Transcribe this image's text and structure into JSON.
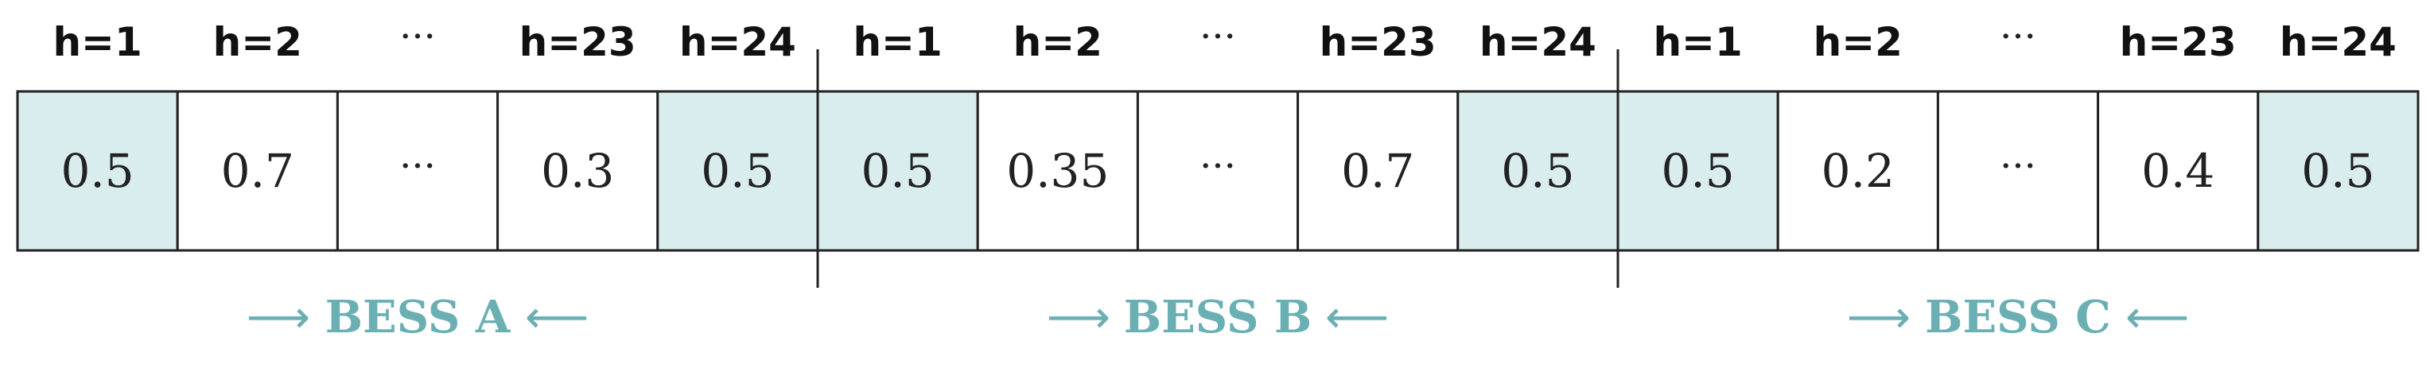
{
  "colors": {
    "highlight_fill": "#d9ecee",
    "accent": "#6ab0b3",
    "border": "#222222"
  },
  "groups": [
    {
      "name": "BESS A",
      "arrow_left": "⟶",
      "arrow_right": "⟵",
      "headers": [
        "h=1",
        "h=2",
        "···",
        "h=23",
        "h=24"
      ],
      "cells": [
        "0.5",
        "0.7",
        "···",
        "0.3",
        "0.5"
      ],
      "highlighted": [
        true,
        false,
        false,
        false,
        true
      ]
    },
    {
      "name": "BESS B",
      "arrow_left": "⟶",
      "arrow_right": "⟵",
      "headers": [
        "h=1",
        "h=2",
        "···",
        "h=23",
        "h=24"
      ],
      "cells": [
        "0.5",
        "0.35",
        "···",
        "0.7",
        "0.5"
      ],
      "highlighted": [
        true,
        false,
        false,
        false,
        true
      ]
    },
    {
      "name": "BESS C",
      "arrow_left": "⟶",
      "arrow_right": "⟵",
      "headers": [
        "h=1",
        "h=2",
        "···",
        "h=23",
        "h=24"
      ],
      "cells": [
        "0.5",
        "0.2",
        "···",
        "0.4",
        "0.5"
      ],
      "highlighted": [
        true,
        false,
        false,
        false,
        true
      ]
    }
  ]
}
